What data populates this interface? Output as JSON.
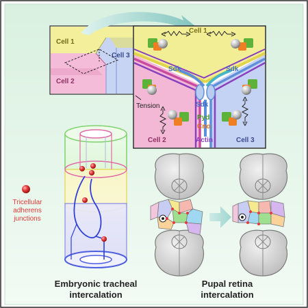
{
  "colors": {
    "background": "#e6f5ea",
    "frame": "#2a2a2a",
    "cell1": "#f2ee95",
    "cell2": "#f3b8d6",
    "cell3": "#c4d2f3",
    "sdk": "#5f8fd8",
    "pyd": "#5db23a",
    "cno": "#ee7f22",
    "actin": "#8a3fbf",
    "junction_red": "#e23a3a"
  },
  "inset_left": {
    "cell1": "Cell 1",
    "cell2": "Cell 2",
    "cell3": "Cell 3"
  },
  "inset_right": {
    "cell1": "Cell 1",
    "cell2": "Cell 2",
    "cell3": "Cell 3",
    "sdk_left": "Sdk",
    "sdk_right": "Sdk",
    "sdk_center": "Sdk",
    "tension": "Tension",
    "pyd": "Pyd",
    "cno": "Cno",
    "actin": "Actin"
  },
  "legend": {
    "line1": "Tricellular",
    "line2": "adherens",
    "line3": "junctions"
  },
  "captions": {
    "trachea_line1": "Embryonic tracheal",
    "trachea_line2": "intercalation",
    "retina_line1": "Pupal retina",
    "retina_line2": "intercalation"
  }
}
